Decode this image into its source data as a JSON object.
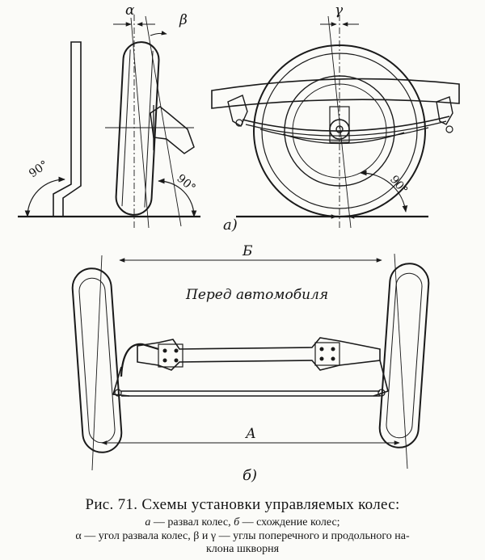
{
  "labels": {
    "alpha": "α",
    "beta": "β",
    "gamma": "γ",
    "deg90_left": "90°",
    "deg90_mid": "90°",
    "deg90_right": "90°",
    "panel_a": "а)",
    "panel_b": "б)",
    "dim_b": "Б",
    "dim_a": "А",
    "front": "Перед автомобиля"
  },
  "caption": {
    "title": "Рис. 71. Схемы установки управляемых колес:",
    "line1_a": "а",
    "line1_a_text": " — развал колес, ",
    "line1_b": "б",
    "line1_b_text": " — схождение колес;",
    "line2": "α — угол развала колес, β и γ — углы поперечного и продольного на-",
    "line3": "клона шкворня"
  },
  "colors": {
    "ink": "#1a1a1a",
    "paper": "#fbfbf8"
  }
}
